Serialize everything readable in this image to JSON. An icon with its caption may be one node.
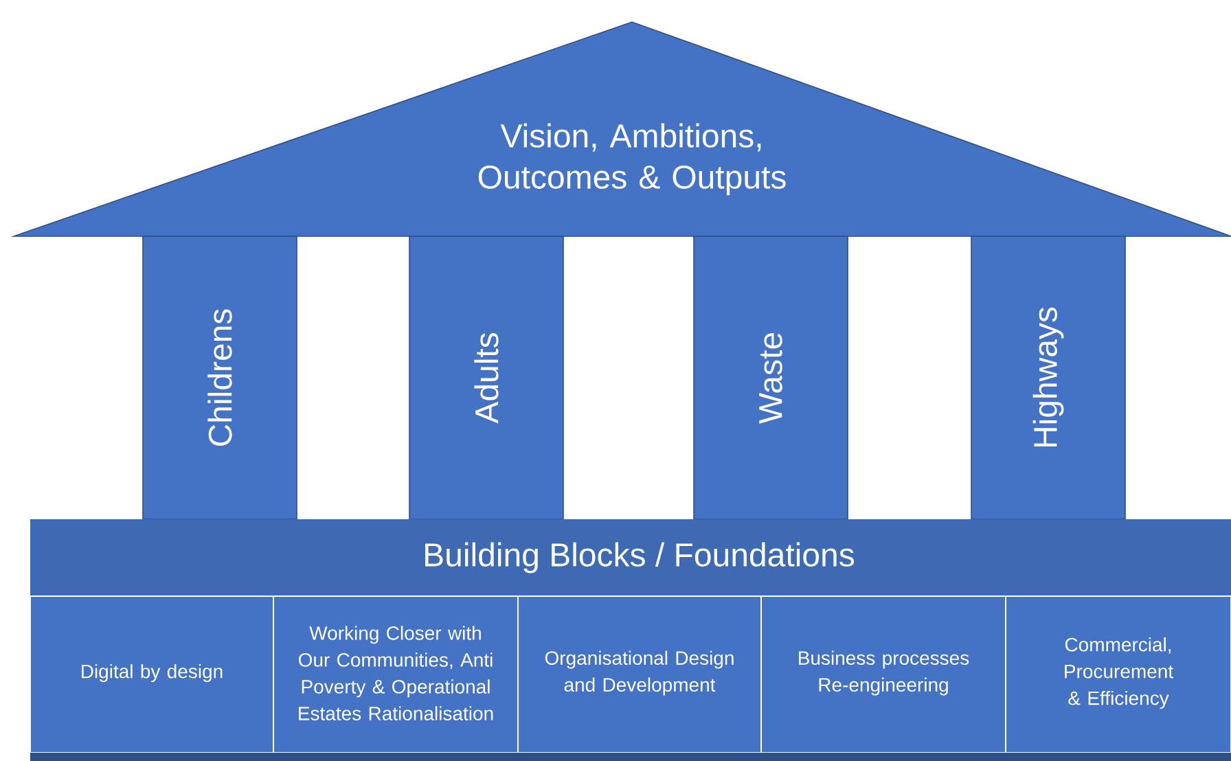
{
  "diagram": {
    "nodes": [
      {
        "text": [
          "Vision, Ambitions, Outcomes & Outputs"
        ]
      },
      {
        "text": [
          "Childrens"
        ]
      },
      {
        "text": [
          "Adults"
        ]
      },
      {
        "text": [
          "Waste"
        ]
      },
      {
        "text": [
          "Highways"
        ]
      },
      {
        "text": [
          "Building Blocks / Foundations"
        ]
      },
      {
        "text": [
          "Digital by design"
        ]
      },
      {
        "text": [
          "Working Closer with Our Communities, Anti Poverty & Operational Estates Rationalisation"
        ]
      },
      {
        "text": [
          "Organisational Design and Development"
        ]
      },
      {
        "text": [
          "Business processes Re-engineering"
        ]
      },
      {
        "text": [
          "Commercial, Procurement & Efficiency"
        ]
      }
    ]
  }
}
